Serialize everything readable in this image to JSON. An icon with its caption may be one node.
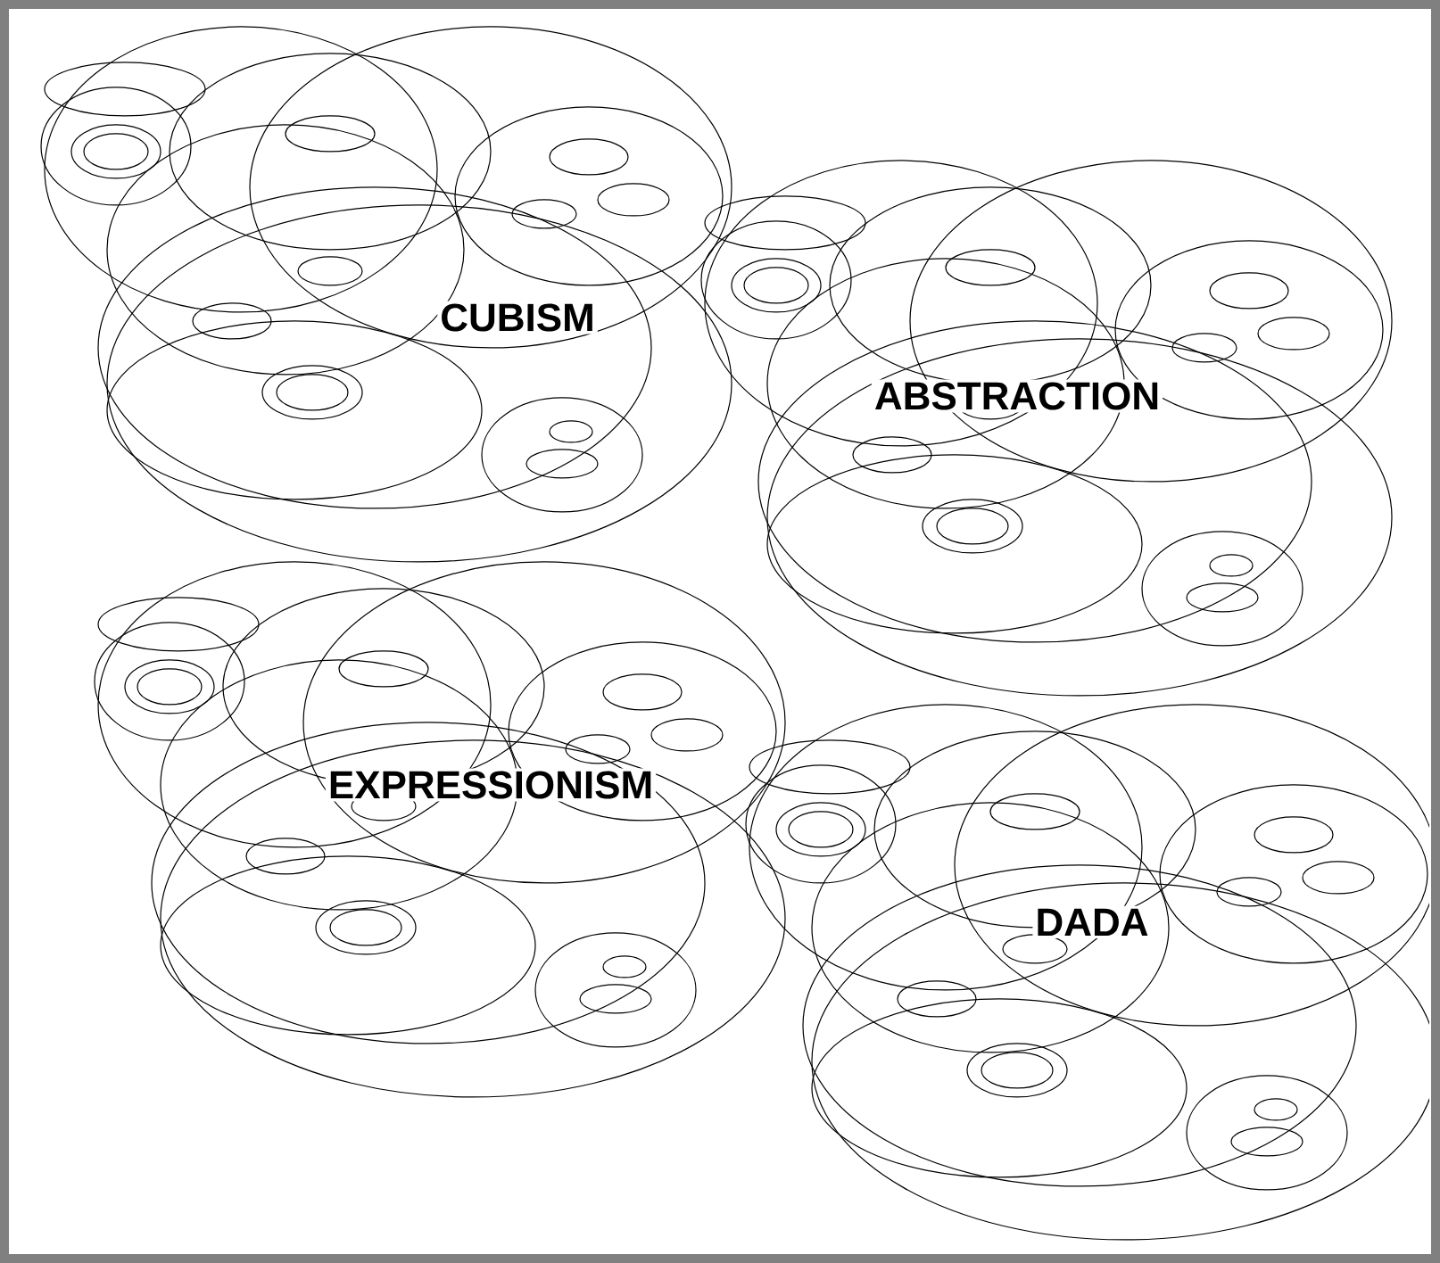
{
  "diagram": {
    "labels": [
      "CUBISM",
      "ABSTRACTION",
      "EXPRESSIONISM",
      "DADA"
    ]
  }
}
